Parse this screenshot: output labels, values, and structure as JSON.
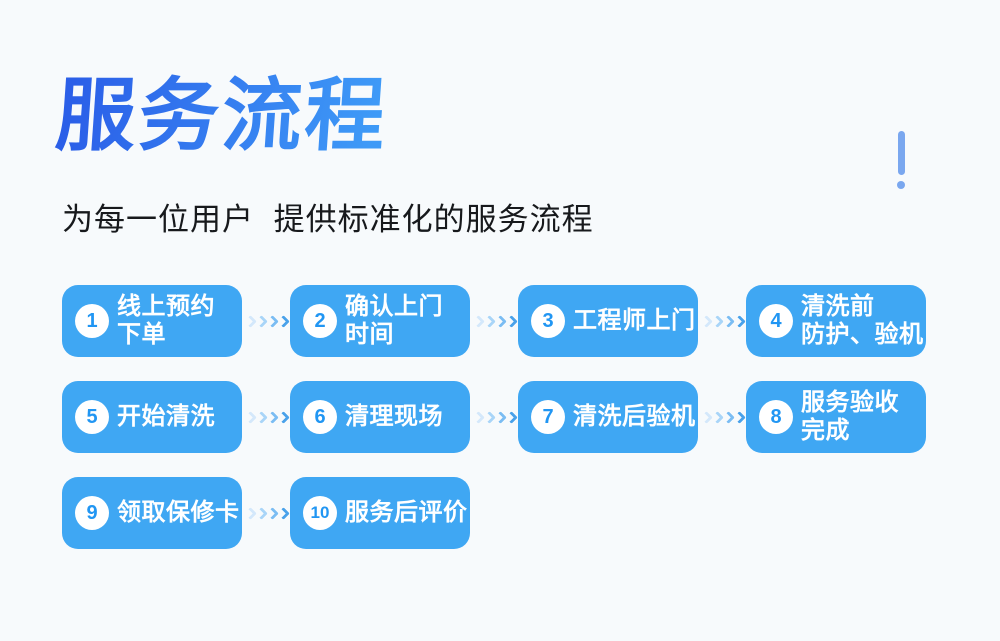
{
  "page": {
    "background_color": "#F7FAFC"
  },
  "header": {
    "title": "服务流程",
    "subtitle": "为每一位用户 提供标准化的服务流程",
    "title_gradient": [
      "#2B5FE8",
      "#3E9AF7"
    ],
    "subtitle_color": "#17191C",
    "exclamation_icon_color": "#7AA7EF"
  },
  "flow": {
    "box_color": "#3FA7F3",
    "box_text_color": "#FFFFFF",
    "number_circle_color": "#FFFFFF",
    "number_text_color": "#2196F3",
    "arrow_icon": "triple-chevron-right-icon",
    "arrow_colors": [
      "#D4E8FB",
      "#A9D5F8",
      "#7BBDF3",
      "#4AA2EA"
    ],
    "steps": [
      {
        "number": "1",
        "lines": [
          "线上预约",
          "下单"
        ]
      },
      {
        "number": "2",
        "lines": [
          "确认上门",
          "时间"
        ]
      },
      {
        "number": "3",
        "lines": [
          "工程师上门"
        ]
      },
      {
        "number": "4",
        "lines": [
          "清洗前",
          "防护、验机"
        ]
      },
      {
        "number": "5",
        "lines": [
          "开始清洗"
        ]
      },
      {
        "number": "6",
        "lines": [
          "清理现场"
        ]
      },
      {
        "number": "7",
        "lines": [
          "清洗后验机"
        ]
      },
      {
        "number": "8",
        "lines": [
          "服务验收",
          "完成"
        ]
      },
      {
        "number": "9",
        "lines": [
          "领取保修卡"
        ]
      },
      {
        "number": "10",
        "lines": [
          "服务后评价"
        ]
      }
    ]
  }
}
